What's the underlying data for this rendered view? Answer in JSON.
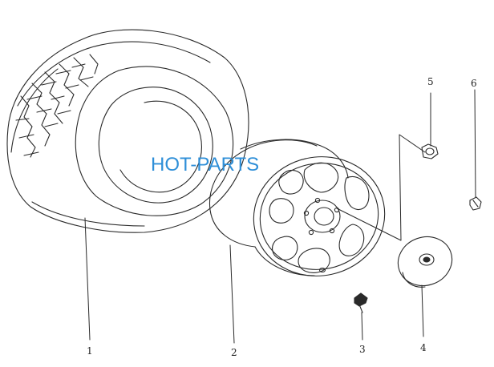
{
  "diagram": {
    "watermark": "HOT-PARTS",
    "watermark_color": "#2f8fd8",
    "line_color": "#2a2a2a",
    "callouts": [
      "1",
      "2",
      "3",
      "4",
      "5",
      "6"
    ]
  },
  "parts": [
    {
      "number": "1",
      "icon": "tire-icon"
    },
    {
      "number": "2",
      "icon": "wheel-rim-icon"
    },
    {
      "number": "3",
      "icon": "valve-stem-icon"
    },
    {
      "number": "4",
      "icon": "center-cap-icon"
    },
    {
      "number": "5",
      "icon": "lug-nut-icon"
    },
    {
      "number": "6",
      "icon": "wheel-bolt-icon"
    }
  ]
}
